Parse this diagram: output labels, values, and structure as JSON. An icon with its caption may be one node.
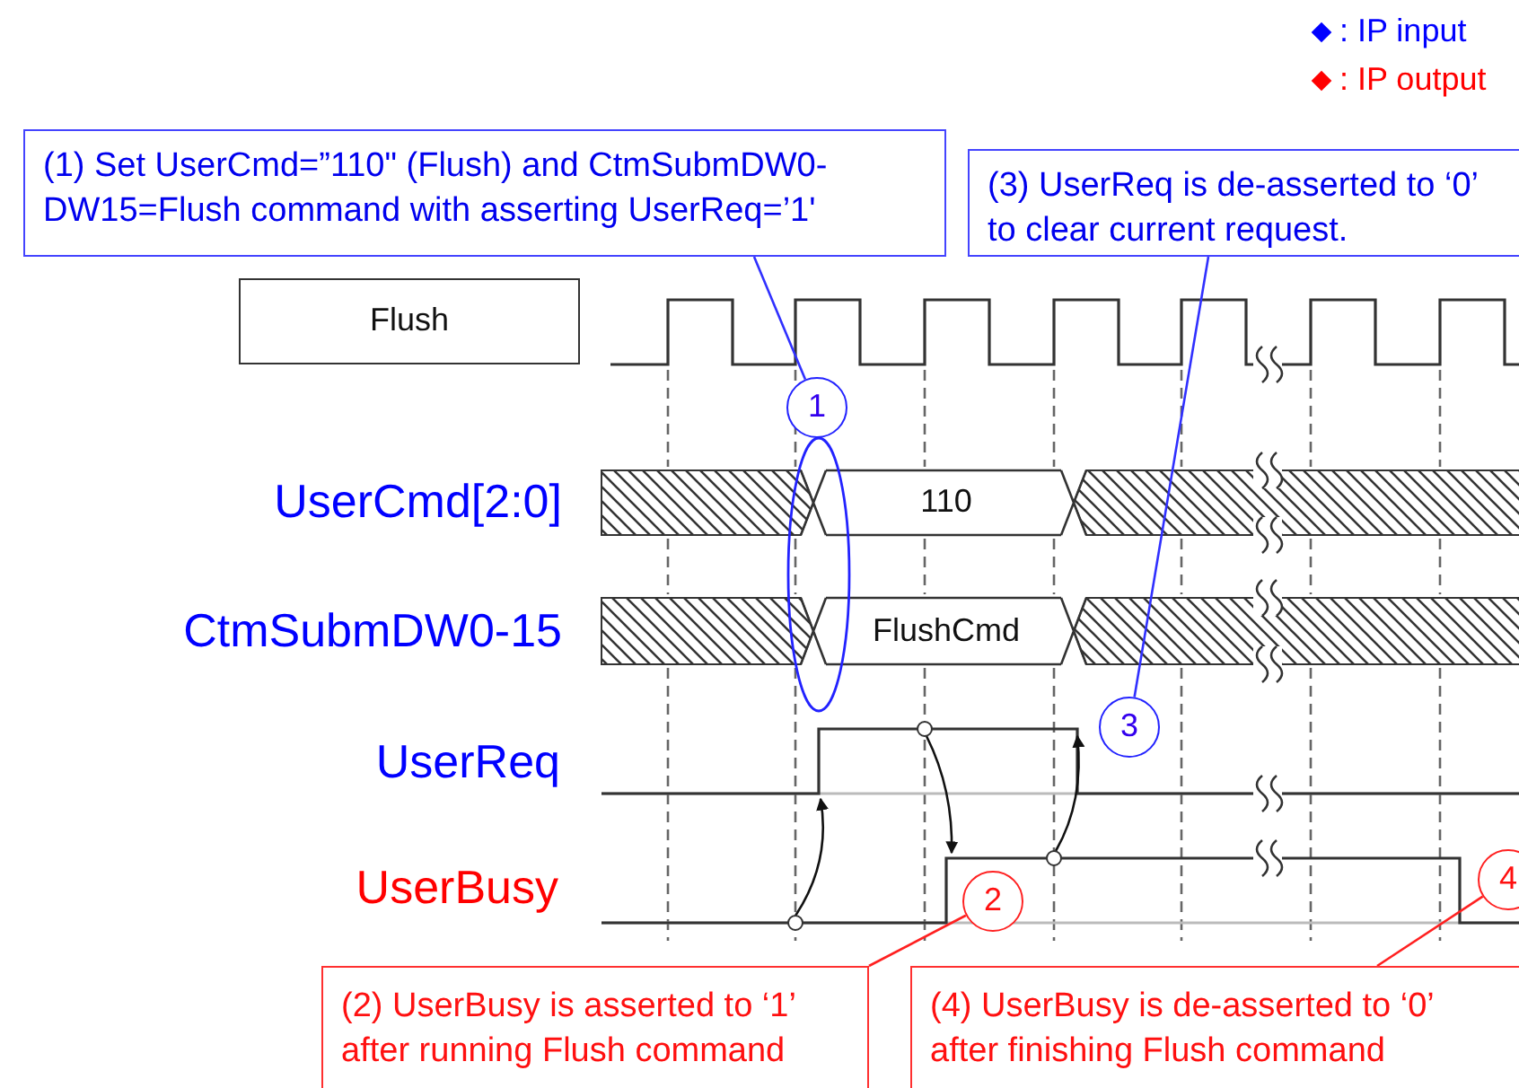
{
  "diagram": {
    "nodes": [
      {
        "text": [
          "Flush"
        ]
      },
      {
        "text": [
          "(1) Set UserCmd=”110\" (Flush) and CtmSubmDW0-DW15=Flush command with asserting UserReq=’1'"
        ]
      },
      {
        "text": [
          "1"
        ]
      },
      {
        "text": [
          "(3) UserReq is de-asserted to ‘0’ to clear current request."
        ]
      },
      {
        "text": [
          "3"
        ]
      },
      {
        "text": [
          "2"
        ]
      },
      {
        "text": [
          "(2) UserBusy is asserted to ‘1’ after running Flush command"
        ]
      },
      {
        "text": [
          "4"
        ]
      },
      {
        "text": [
          "(4) UserBusy is de-asserted to ‘0’ after finishing Flush command"
        ]
      }
    ],
    "edges": [
      {
        "from": 1,
        "to": 2,
        "arrow": "none"
      },
      {
        "from": 3,
        "to": 4,
        "arrow": "none"
      },
      {
        "from": 5,
        "to": 6,
        "arrow": "none",
        "color": "#ff2020"
      },
      {
        "from": 7,
        "to": 8,
        "arrow": "none",
        "color": "#ff2020"
      }
    ],
    "labels": [
      "UserCmd[2:0]",
      "110",
      "CtmSubmDW0-15",
      "FlushCmd",
      "UserReq",
      "UserBusy"
    ],
    "legend": [
      {
        "text": ": IP input",
        "color": "#0000ff"
      },
      {
        "text": ": IP output",
        "color": "#ff0000"
      }
    ]
  }
}
